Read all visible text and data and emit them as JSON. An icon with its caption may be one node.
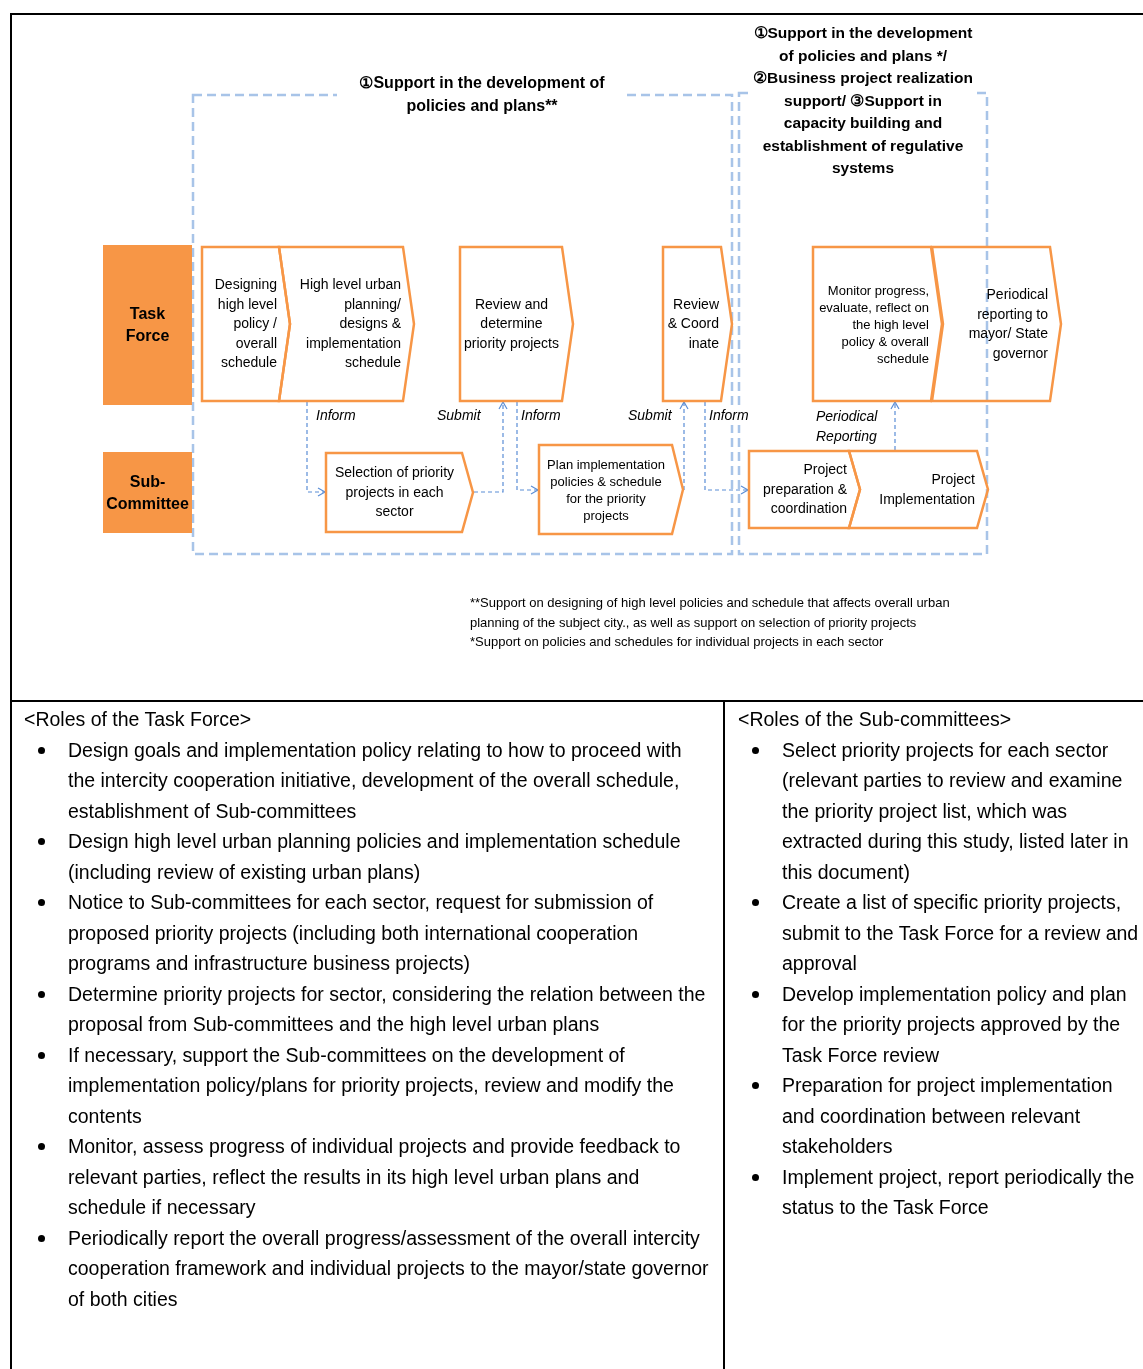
{
  "diagram": {
    "nodes": [
      {
        "text": [
          "①Support in the development of policies and plans**"
        ]
      },
      {
        "text": [
          "①Support in the development of policies and plans */ ②Business project realization support/ ③Support in capacity building and establishment of regulative systems"
        ]
      },
      {
        "text": [
          "Task Force"
        ]
      },
      {
        "text": [
          "Sub-Committee"
        ]
      },
      {
        "text": [
          "Designing high level policy / overall schedule"
        ],
        "in": 0
      },
      {
        "text": [
          "High level urban planning/ designs & implementation schedule"
        ],
        "in": 0
      },
      {
        "text": [
          "Review and determine priority projects"
        ],
        "in": 0
      },
      {
        "text": [
          "Review & Coordinate"
        ],
        "in": 0
      },
      {
        "text": [
          "Selection of priority projects in each sector"
        ],
        "in": 0
      },
      {
        "text": [
          "Plan implementation policies & schedule for the priority projects"
        ],
        "in": 0
      },
      {
        "text": [
          "Monitor progress, evaluate, reflect on the high level policy & overall schedule"
        ],
        "in": 1
      },
      {
        "text": [
          "Periodical reporting to mayor/ State governor"
        ]
      },
      {
        "text": [
          "Project preparation & coordination"
        ],
        "in": 1
      },
      {
        "text": [
          "Project Implementation"
        ],
        "in": 1
      }
    ],
    "edges": [
      {
        "from": 5,
        "to": 8,
        "arrow": "to",
        "label": "Inform"
      },
      {
        "from": 8,
        "to": 6,
        "arrow": "to",
        "label": "Submit"
      },
      {
        "from": 6,
        "to": 9,
        "arrow": "to",
        "label": "Inform"
      },
      {
        "from": 9,
        "to": 7,
        "arrow": "to",
        "label": "Submit"
      },
      {
        "from": 7,
        "to": 12,
        "arrow": "to",
        "label": "Inform"
      },
      {
        "from": 13,
        "to": 10,
        "arrow": "to",
        "label": "Periodical Reporting"
      }
    ],
    "labels": [
      "**Support on designing of high level policies and schedule that affects overall urban planning of the subject city., as well as support on selection of priority projects",
      "*Support on policies and schedules for individual projects in each sector",
      "<Roles of the Task Force>",
      "<Roles of the Sub-committees>",
      "Design goals and implementation policy relating to how to proceed with the intercity cooperation initiative, development of the overall schedule, establishment of Sub-committees",
      "Design high level urban planning policies and implementation schedule (including review of existing urban plans)",
      "Notice to Sub-committees for each sector, request for submission of proposed priority projects (including both international cooperation programs and infrastructure business projects)",
      "Determine priority projects for sector, considering the relation between the proposal from Sub-committees and the high level urban plans",
      "If necessary, support the Sub-committees on the development of implementation policy/plans for priority projects, review and modify the contents",
      "Monitor, assess progress of individual projects and provide feedback to relevant parties, reflect the results in its high level urban plans and schedule if necessary",
      "Periodically report the overall progress/assessment of the overall intercity cooperation framework and individual projects to the mayor/state governor of both cities",
      "Select priority projects for each sector (relevant parties to review and examine the priority project list, which was extracted during this study, listed later in this document)",
      "Create a list of specific priority projects, submit to the Task Force for a review and approval",
      "Develop implementation policy and plan for the priority projects approved by the Task Force review",
      "Preparation for project implementation and coordination between relevant stakeholders",
      "Implement project, report periodically the status to the Task Force"
    ]
  }
}
